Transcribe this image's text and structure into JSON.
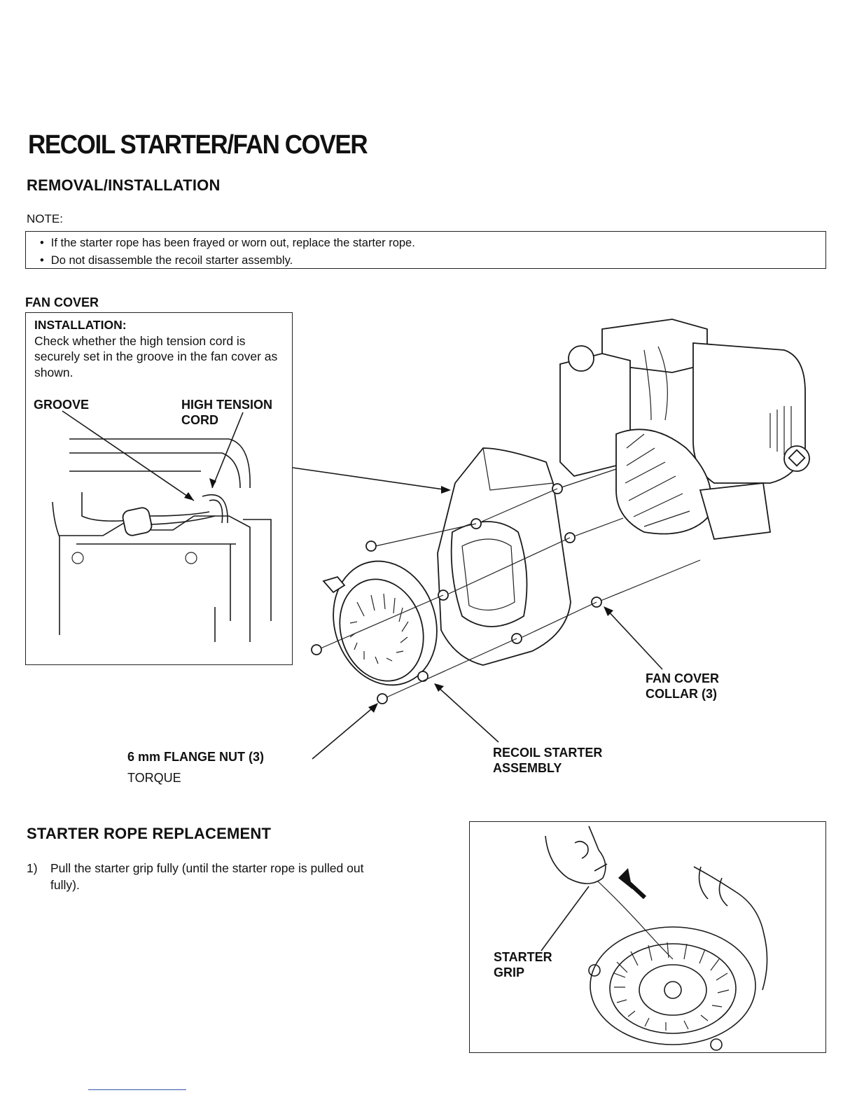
{
  "page": {
    "title": "RECOIL STARTER/FAN COVER",
    "section1": "REMOVAL/INSTALLATION",
    "note_label": "NOTE:",
    "notes": [
      "If the starter rope has been frayed or worn out, replace the starter rope.",
      "Do not disassemble the recoil starter assembly."
    ]
  },
  "inset": {
    "header": "FAN COVER",
    "installation_label": "INSTALLATION:",
    "installation_text": "Check whether the high tension cord is securely set in the groove in the fan cover as shown.",
    "groove_label": "GROOVE",
    "cord_label_1": "HIGH TENSION",
    "cord_label_2": "CORD"
  },
  "callouts": {
    "collar_1": "FAN COVER",
    "collar_2": "COLLAR (3)",
    "nut_1": "6 mm FLANGE NUT (3)",
    "nut_2": "TORQUE",
    "recoil_1": "RECOIL STARTER",
    "recoil_2": "ASSEMBLY"
  },
  "section2": {
    "title": "STARTER ROPE REPLACEMENT",
    "step_num": "1)",
    "step_line1": "Pull the starter grip fully (until the starter rope is pulled out",
    "step_line2": "fully).",
    "grip_1": "STARTER",
    "grip_2": "GRIP"
  }
}
